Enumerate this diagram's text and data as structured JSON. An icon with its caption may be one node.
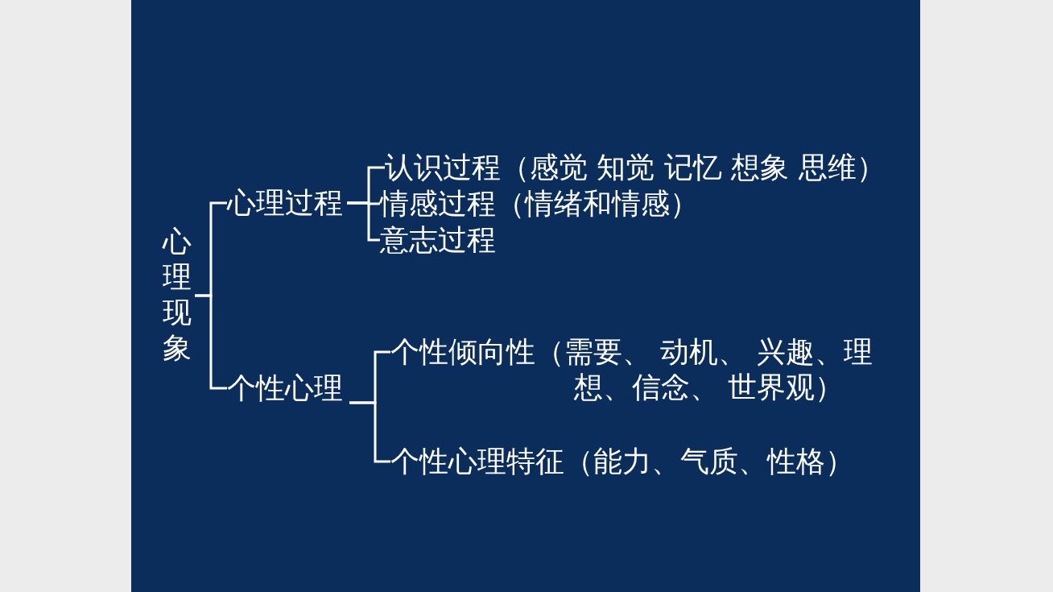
{
  "diagram": {
    "nodes": [
      {
        "text": [
          "心理现象"
        ]
      },
      {
        "text": [
          "心理过程"
        ]
      },
      {
        "text": [
          "个性心理"
        ]
      },
      {
        "text": [
          "认识过程（感觉 知觉 记忆 想象 思维）"
        ]
      },
      {
        "text": [
          "情感过程（情绪和情感）"
        ]
      },
      {
        "text": [
          "意志过程"
        ]
      },
      {
        "text": [
          "个性倾向性（需要、 动机、 兴趣、理想、信念、 世界观）"
        ]
      },
      {
        "text": [
          "个性心理特征（能力、气质、性格）"
        ]
      }
    ],
    "edges": [
      {
        "from": 0,
        "to": 1,
        "arrow": "none"
      },
      {
        "from": 0,
        "to": 2,
        "arrow": "none"
      },
      {
        "from": 1,
        "to": 3,
        "arrow": "none"
      },
      {
        "from": 1,
        "to": 4,
        "arrow": "none"
      },
      {
        "from": 1,
        "to": 5,
        "arrow": "none"
      },
      {
        "from": 2,
        "to": 6,
        "arrow": "none"
      },
      {
        "from": 2,
        "to": 7,
        "arrow": "none"
      }
    ]
  }
}
